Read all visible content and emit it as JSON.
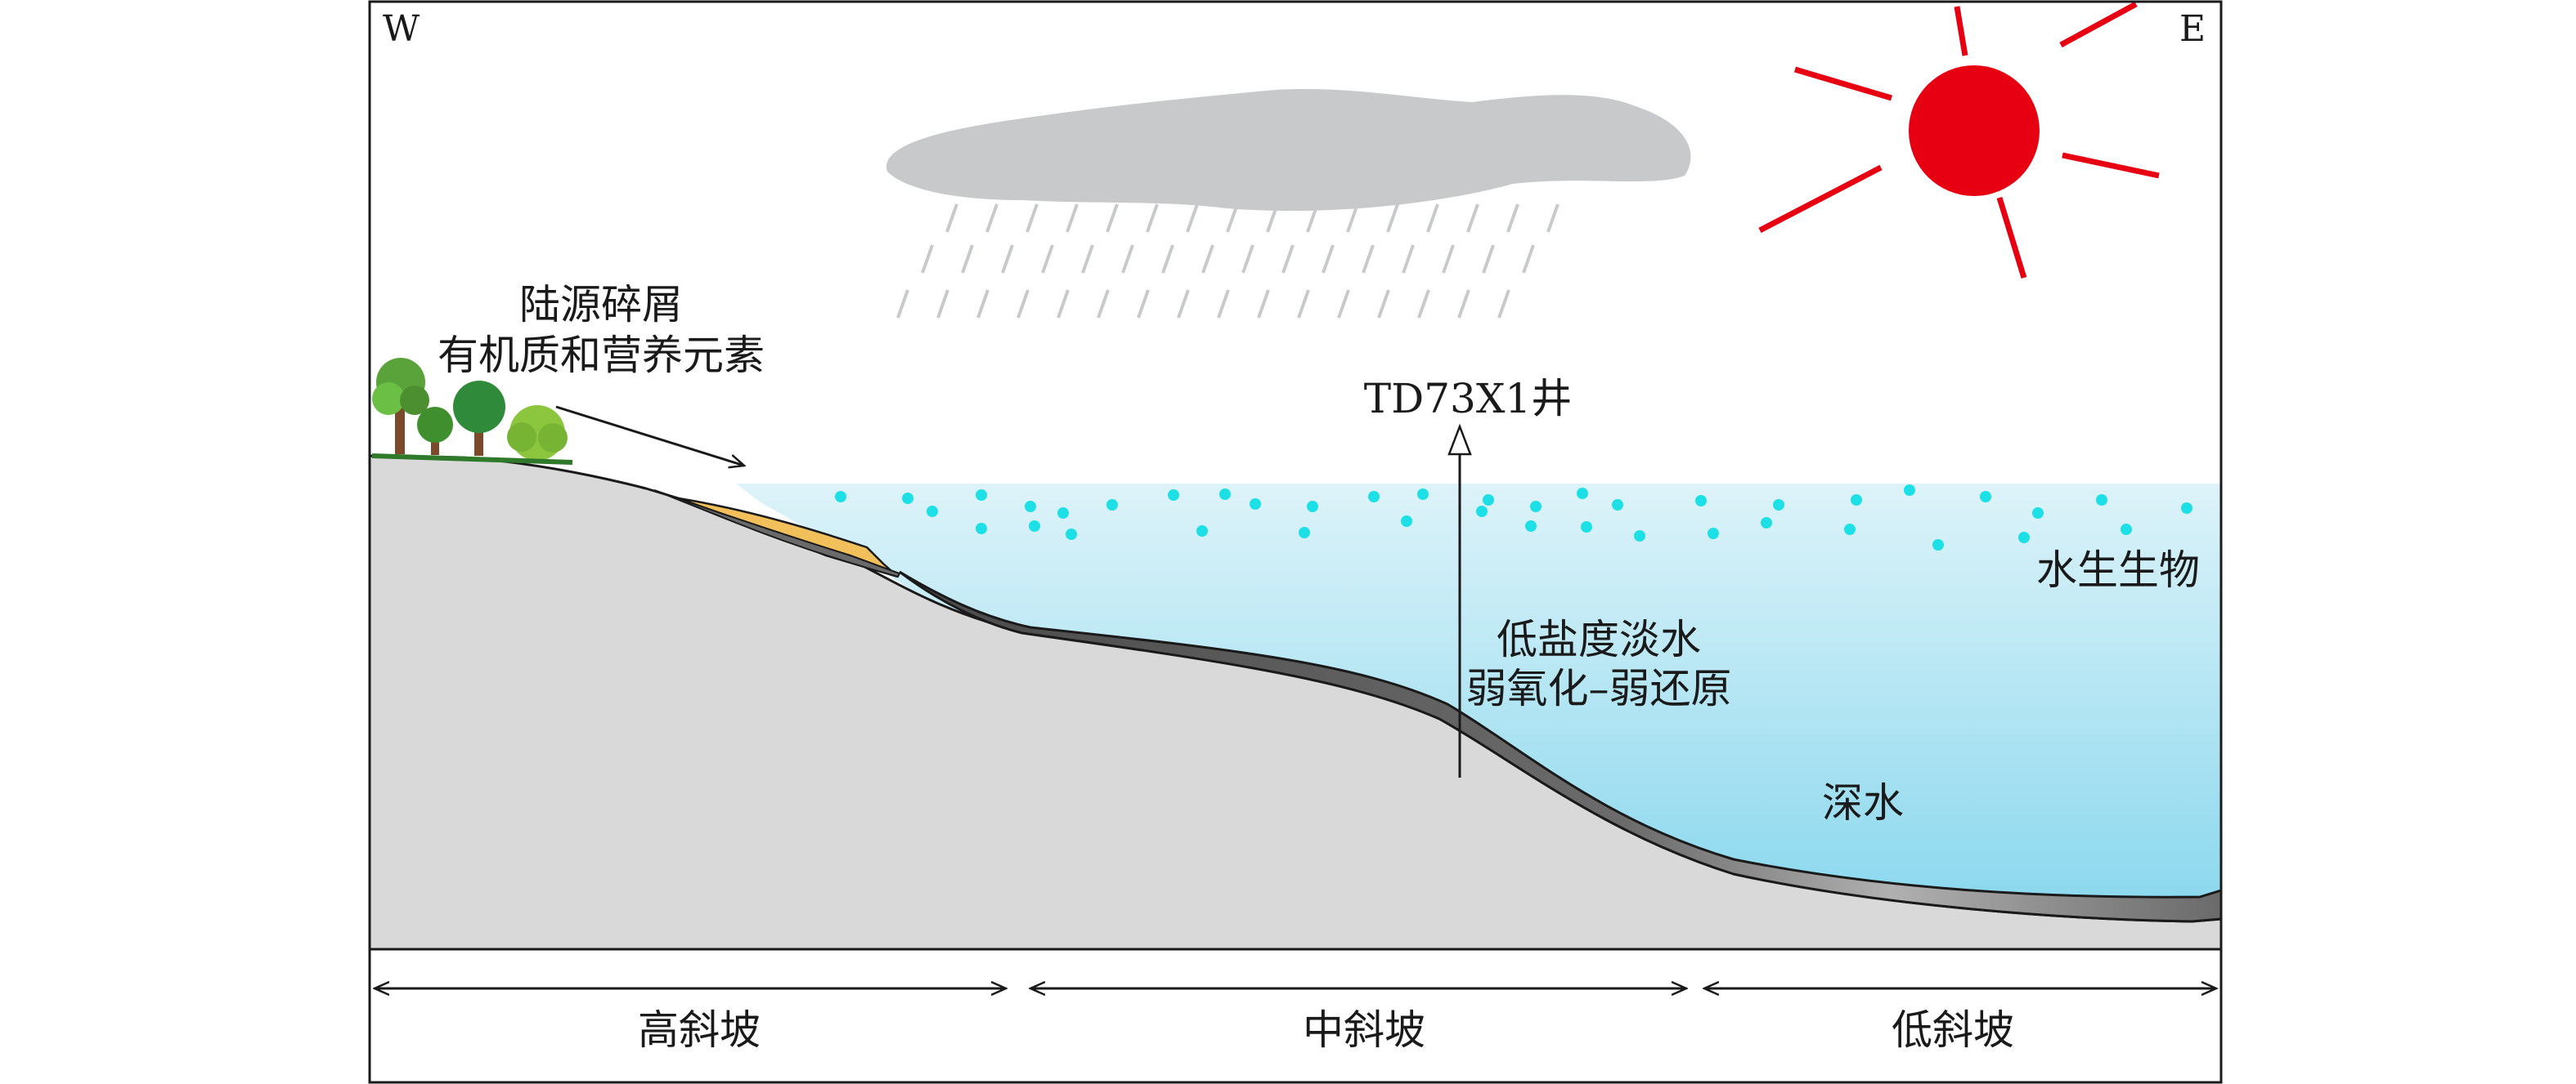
{
  "directions": {
    "west": "W",
    "east": "E"
  },
  "labels": {
    "source_line1": "陆源碎屑",
    "source_line2": "有机质和营养元素",
    "well": "TD73X1井",
    "aquatic": "水生生物",
    "water_line1": "低盐度淡水",
    "water_line2": "弱氧化–弱还原",
    "deep_water": "深水"
  },
  "zones": [
    "高斜坡",
    "中斜坡",
    "低斜坡"
  ],
  "colors": {
    "water_top": "#ddf3f9",
    "water_bottom": "#8bd8ee",
    "land": "#d9d9d9",
    "cloud": "#c8c9ca",
    "sun": "#e60012",
    "organisms": "#1de0e6",
    "shale": "#5a5a5a",
    "sand": "#f2c05a"
  }
}
